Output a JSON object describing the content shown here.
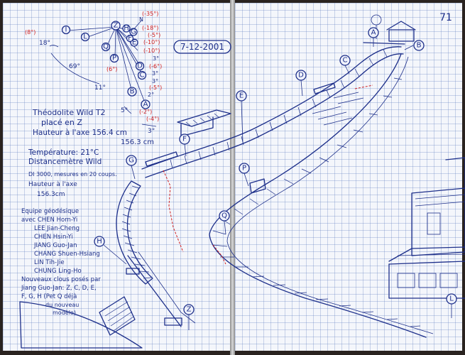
{
  "page_number": "71",
  "date": "7-12-2001",
  "compass": {
    "center_label": "Z",
    "north_label": "N",
    "angles_black": [
      "18°",
      "69°",
      "11°",
      "5°",
      "3°",
      "2°",
      "3°",
      "3°",
      "3°"
    ],
    "red_values": [
      "(-35°)",
      "(-18°)",
      "(-10°)",
      "(-10°)",
      "(-6°)",
      "(-5°)",
      "(-5°)",
      "(-4°)",
      "(-2°)",
      "(8°)",
      "(6°)"
    ],
    "points": [
      "I",
      "L",
      "Q",
      "P",
      "H",
      "G",
      "E",
      "F",
      "D",
      "C",
      "B",
      "A"
    ]
  },
  "notes": [
    "Théodolite Wild T2",
    "placé en Z",
    "Hauteur à l'axe 156.4 cm",
    "156.3 cm",
    "Température: 21°C",
    "Distancemètre Wild",
    "DI 3000, mesures en 20 coups.",
    "Hauteur à l'axe",
    "156.3cm"
  ],
  "team": {
    "title_line1": "Equipe géodésique",
    "title_line2": "avec CHEN Horn-Yi",
    "members": [
      "LEE Jian-Cheng",
      "CHEN Hsin-Yi",
      "JIANG Guo-Jan",
      "CHANG Shuen-Hsiang",
      "LIN Tih-Jie",
      "CHUNG Ling-Ho"
    ]
  },
  "new_nails": [
    "Nouveaux clous posés par",
    "Jiang Guo-Jan: Z, C, D, E,",
    "F, G, H (Pet Q déjà",
    "du nouveau",
    "modèle)"
  ],
  "markers": [
    "A",
    "B",
    "C",
    "D",
    "E",
    "F",
    "G",
    "H",
    "L",
    "P",
    "Q",
    "Z"
  ]
}
